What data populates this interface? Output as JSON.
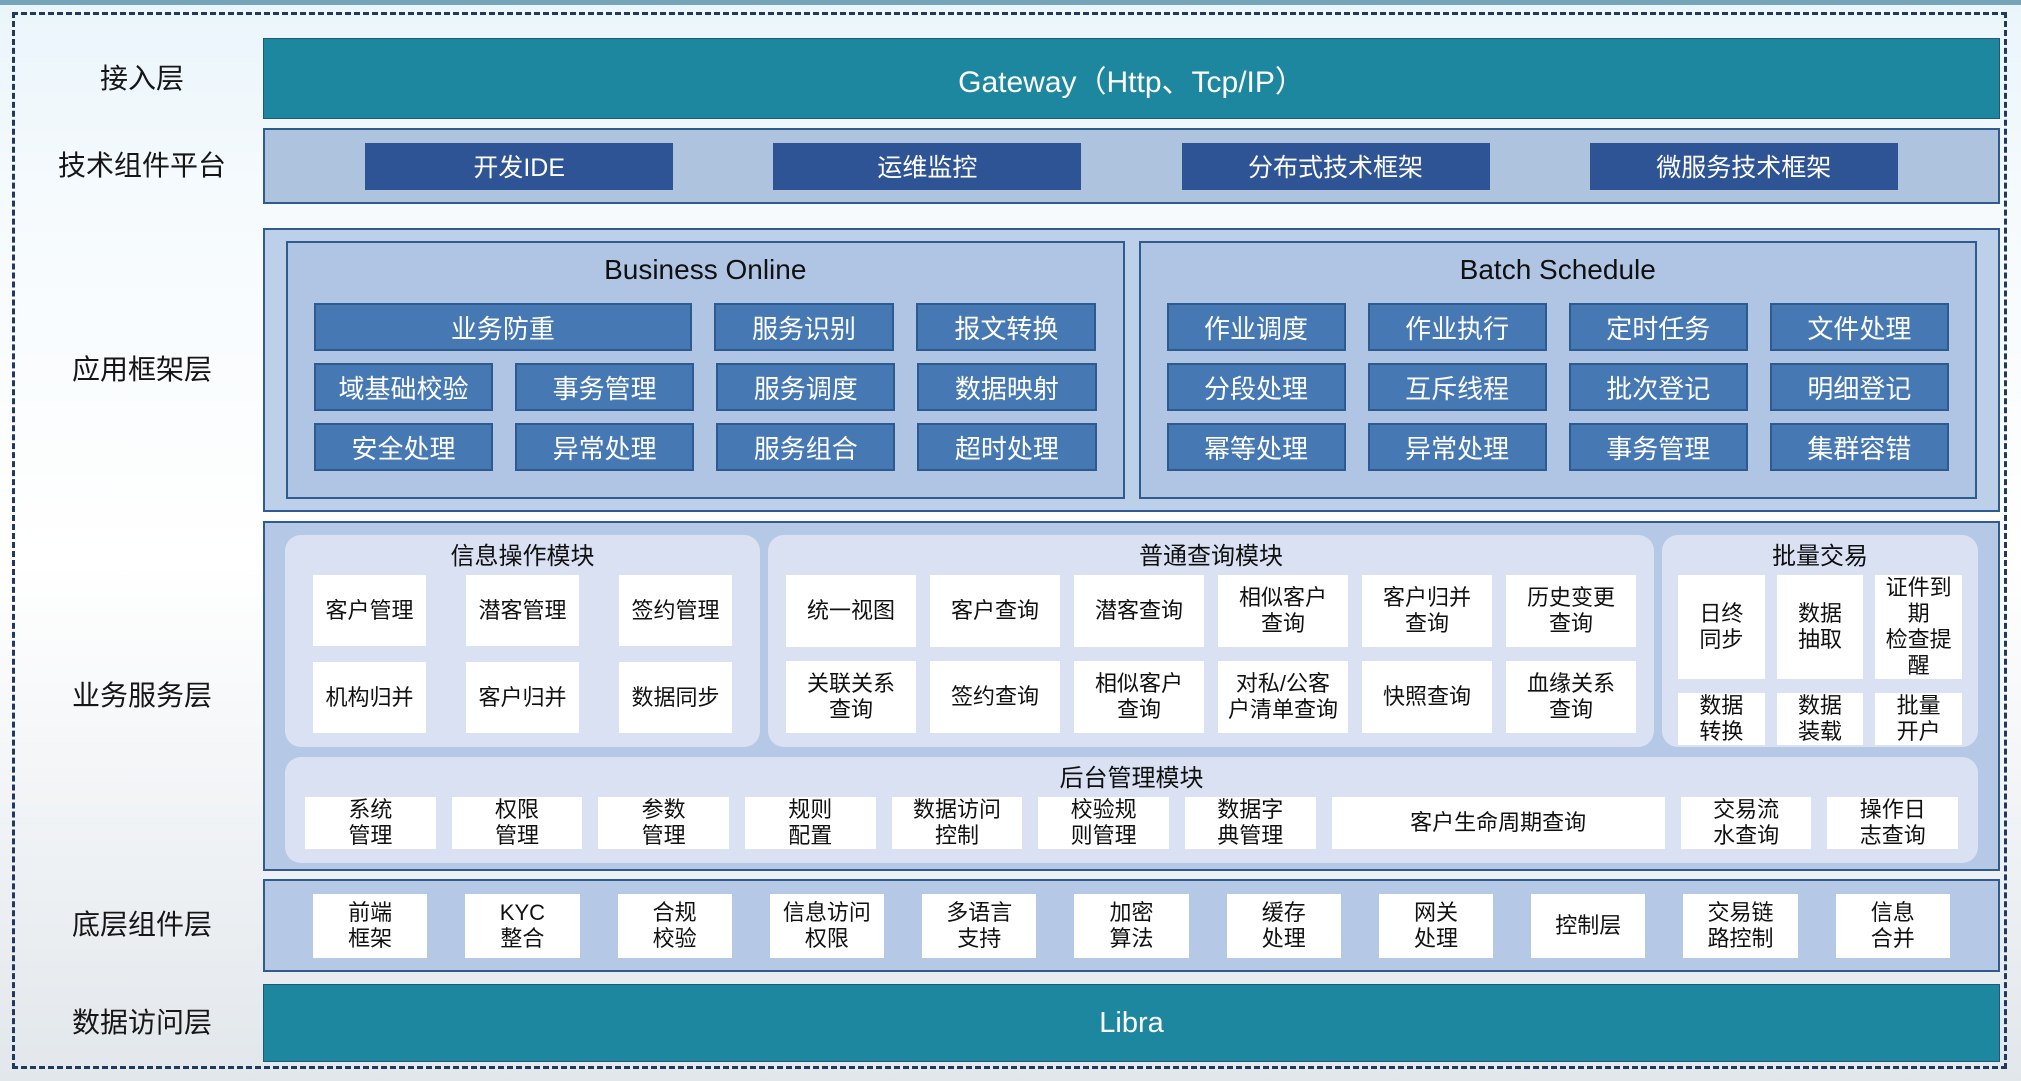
{
  "colors": {
    "teal_bar": "#1E87A0",
    "navy_button": "#2F5496",
    "steel_button": "#4679B4",
    "band_light_blue": "#AEC3DE",
    "panel_blue": "#B0C5E4",
    "module_bg": "#D9E1F3",
    "border_blue": "#2F5B8F",
    "dashed_frame": "#20395C",
    "cell_white": "#FFFFFF"
  },
  "layers": {
    "access": {
      "label": "接入层",
      "bar": "Gateway（Http、Tcp/IP）"
    },
    "tech_platform": {
      "label": "技术组件平台",
      "items": [
        "开发IDE",
        "运维监控",
        "分布式技术框架",
        "微服务技术框架"
      ]
    },
    "app_framework": {
      "label": "应用框架层",
      "business_online": {
        "title": "Business Online",
        "rows": [
          [
            "业务防重",
            "服务识别",
            "报文转换"
          ],
          [
            "域基础校验",
            "事务管理",
            "服务调度",
            "数据映射"
          ],
          [
            "安全处理",
            "异常处理",
            "服务组合",
            "超时处理"
          ]
        ]
      },
      "batch_schedule": {
        "title": "Batch Schedule",
        "rows": [
          [
            "作业调度",
            "作业执行",
            "定时任务",
            "文件处理"
          ],
          [
            "分段处理",
            "互斥线程",
            "批次登记",
            "明细登记"
          ],
          [
            "幂等处理",
            "异常处理",
            "事务管理",
            "集群容错"
          ]
        ]
      }
    },
    "business_service": {
      "label": "业务服务层",
      "info_module": {
        "title": "信息操作模块",
        "cells": [
          "客户管理",
          "潜客管理",
          "签约管理",
          "机构归并",
          "客户归并",
          "数据同步"
        ]
      },
      "query_module": {
        "title": "普通查询模块",
        "cells": [
          "统一视图",
          "客户查询",
          "潜客查询",
          "相似客户\n查询",
          "客户归并\n查询",
          "历史变更\n查询",
          "关联关系\n查询",
          "签约查询",
          "相似客户\n查询",
          "对私/公客\n户清单查询",
          "快照查询",
          "血缘关系\n查询"
        ]
      },
      "batch_trade": {
        "title": "批量交易",
        "cells": [
          "日终\n同步",
          "数据\n抽取",
          "证件到期\n检查提醒",
          "数据\n转换",
          "数据\n装载",
          "批量\n开户"
        ]
      },
      "admin_module": {
        "title": "后台管理模块",
        "cells": [
          "系统\n管理",
          "权限\n管理",
          "参数\n管理",
          "规则\n配置",
          "数据访问\n控制",
          "校验规\n则管理",
          "数据字\n典管理",
          "客户生命周期查询",
          "交易流\n水查询",
          "操作日\n志查询"
        ]
      }
    },
    "base_component": {
      "label": "底层组件层",
      "cells": [
        "前端\n框架",
        "KYC\n整合",
        "合规\n校验",
        "信息访问\n权限",
        "多语言\n支持",
        "加密\n算法",
        "缓存\n处理",
        "网关\n处理",
        "控制层",
        "交易链\n路控制",
        "信息\n合并"
      ]
    },
    "data_access": {
      "label": "数据访问层",
      "bar": "Libra"
    }
  }
}
